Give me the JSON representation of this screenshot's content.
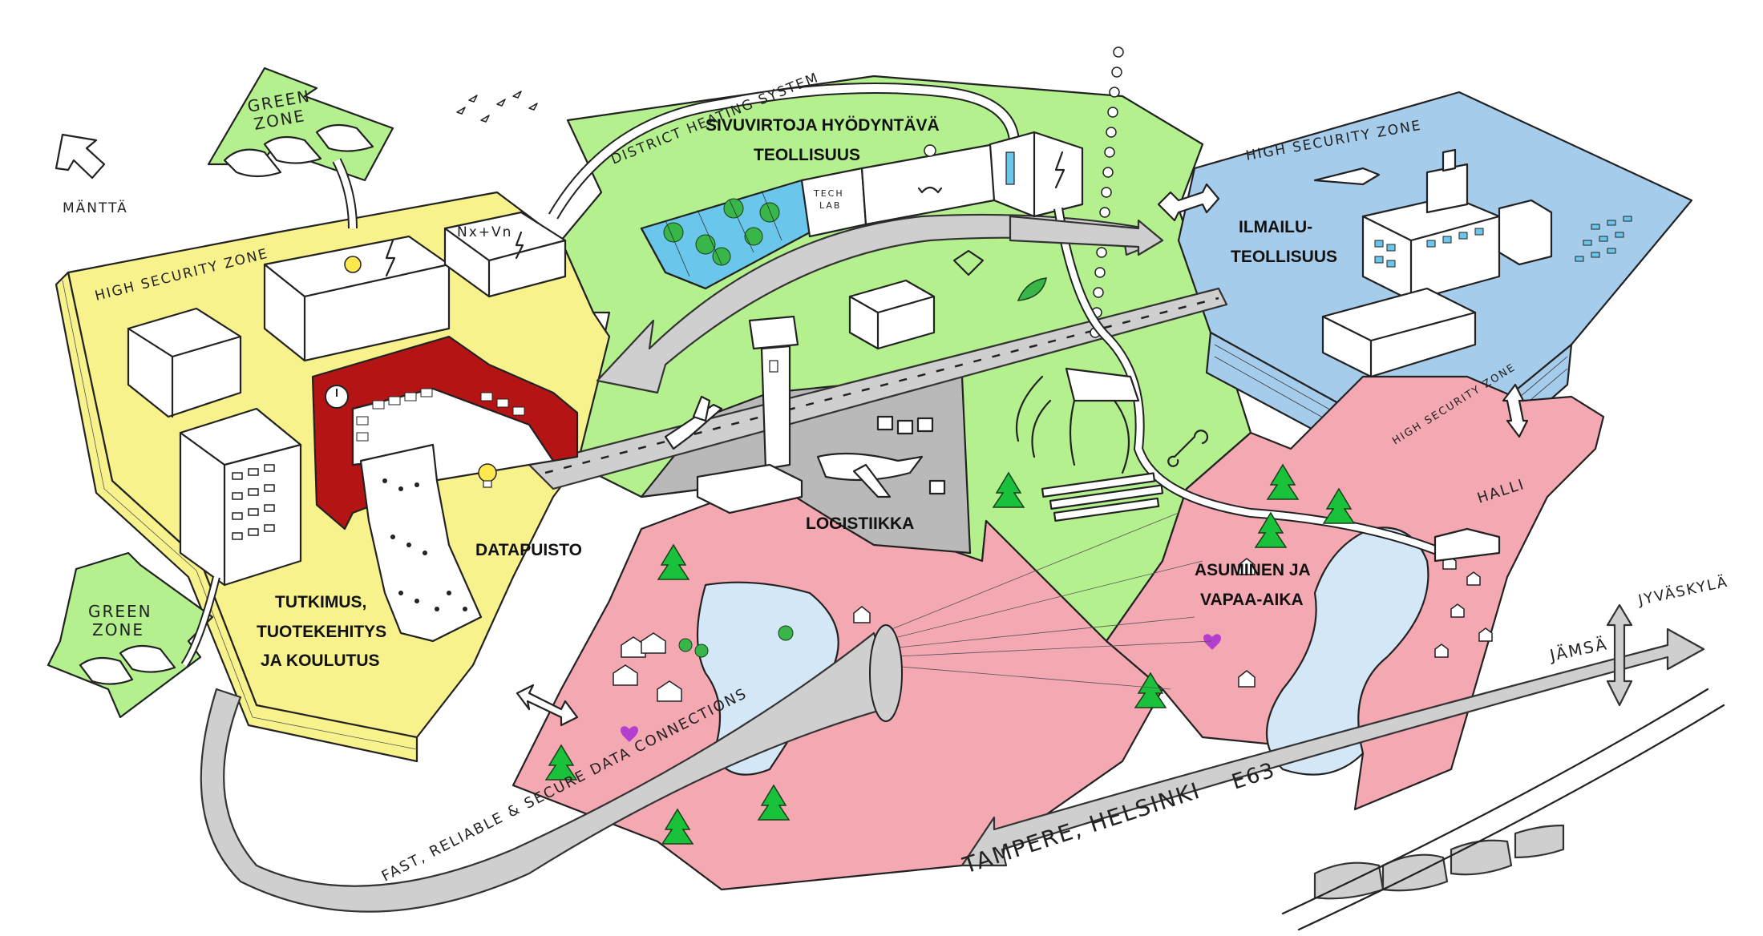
{
  "colors": {
    "green_zone": "#b4f08e",
    "security_yellow": "#f7f28c",
    "security_blue": "#a6cceb",
    "residential_pink": "#f4a8b2",
    "logistics_grey": "#b9b9b9",
    "water_blue": "#d4e7f7",
    "datacenter_red": "#b41414",
    "tree_green": "#19c23a",
    "road_grey": "#cfcfcf",
    "heart": "#b23fd0"
  },
  "labels": {
    "green_zone_top": [
      "GREEN",
      "ZONE"
    ],
    "green_zone_bottom": [
      "GREEN",
      "ZONE"
    ],
    "mantta": "MÄNTTÄ",
    "high_security_zone_left": "HIGH SECURITY ZONE",
    "high_security_zone_right_top": "HIGH SECURITY ZONE",
    "high_security_zone_right_bottom": "HIGH SECURITY ZONE",
    "district_heating": "DISTRICT HEATING SYSTEM",
    "sivuvirtoja": [
      "SIVUVIRTOJA HYÖDYNTÄVÄ",
      "TEOLLISUUS"
    ],
    "ilmailu": [
      "ILMAILU-",
      "TEOLLISUUS"
    ],
    "logistiikka": "LOGISTIIKKA",
    "datapuisto": "DATAPUISTO",
    "tutkimus": [
      "TUTKIMUS,",
      "TUOTEKEHITYS",
      "JA KOULUTUS"
    ],
    "asuminen": [
      "ASUMINEN JA",
      "VAPAA-AIKA"
    ],
    "halli": "HALLI",
    "jyvaskyla": "JYVÄSKYLÄ",
    "jamsa": "JÄMSÄ",
    "tampere": "TAMPERE, HELSINKI",
    "e63": "E63",
    "data_connections": "FAST, RELIABLE & SECURE DATA CONNECTIONS",
    "techlab": [
      "TECH",
      "LAB"
    ],
    "formula": "Nx+Vn"
  },
  "icons": [
    "lightning-icon",
    "lightbulb-icon",
    "diamond-icon",
    "leaf-icon",
    "heart-icon",
    "wrench-icon",
    "recycle-icon",
    "airplane-icon"
  ]
}
